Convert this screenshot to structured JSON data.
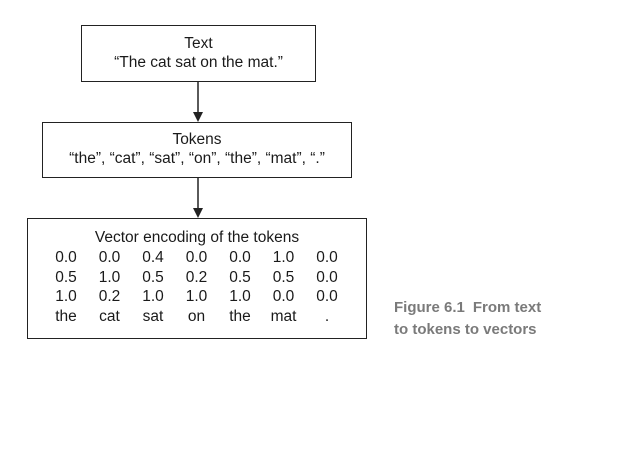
{
  "text_box": {
    "title": "Text",
    "content": "“The cat sat on the mat.”"
  },
  "tokens_box": {
    "title": "Tokens",
    "content": "“the”, “cat”, “sat”, “on”, “the”, “mat”, “.”"
  },
  "vectors_box": {
    "title": "Vector encoding of the tokens",
    "rows": [
      [
        "0.0",
        "0.0",
        "0.4",
        "0.0",
        "0.0",
        "1.0",
        "0.0"
      ],
      [
        "0.5",
        "1.0",
        "0.5",
        "0.2",
        "0.5",
        "0.5",
        "0.0"
      ],
      [
        "1.0",
        "0.2",
        "1.0",
        "1.0",
        "1.0",
        "0.0",
        "0.0"
      ],
      [
        "the",
        "cat",
        "sat",
        "on",
        "the",
        "mat",
        "."
      ]
    ]
  },
  "caption": {
    "figure_number": "Figure 6.1",
    "line1": "From text",
    "line2": "to tokens to vectors"
  },
  "colors": {
    "border": "#222222",
    "caption": "#7a7a7a"
  }
}
